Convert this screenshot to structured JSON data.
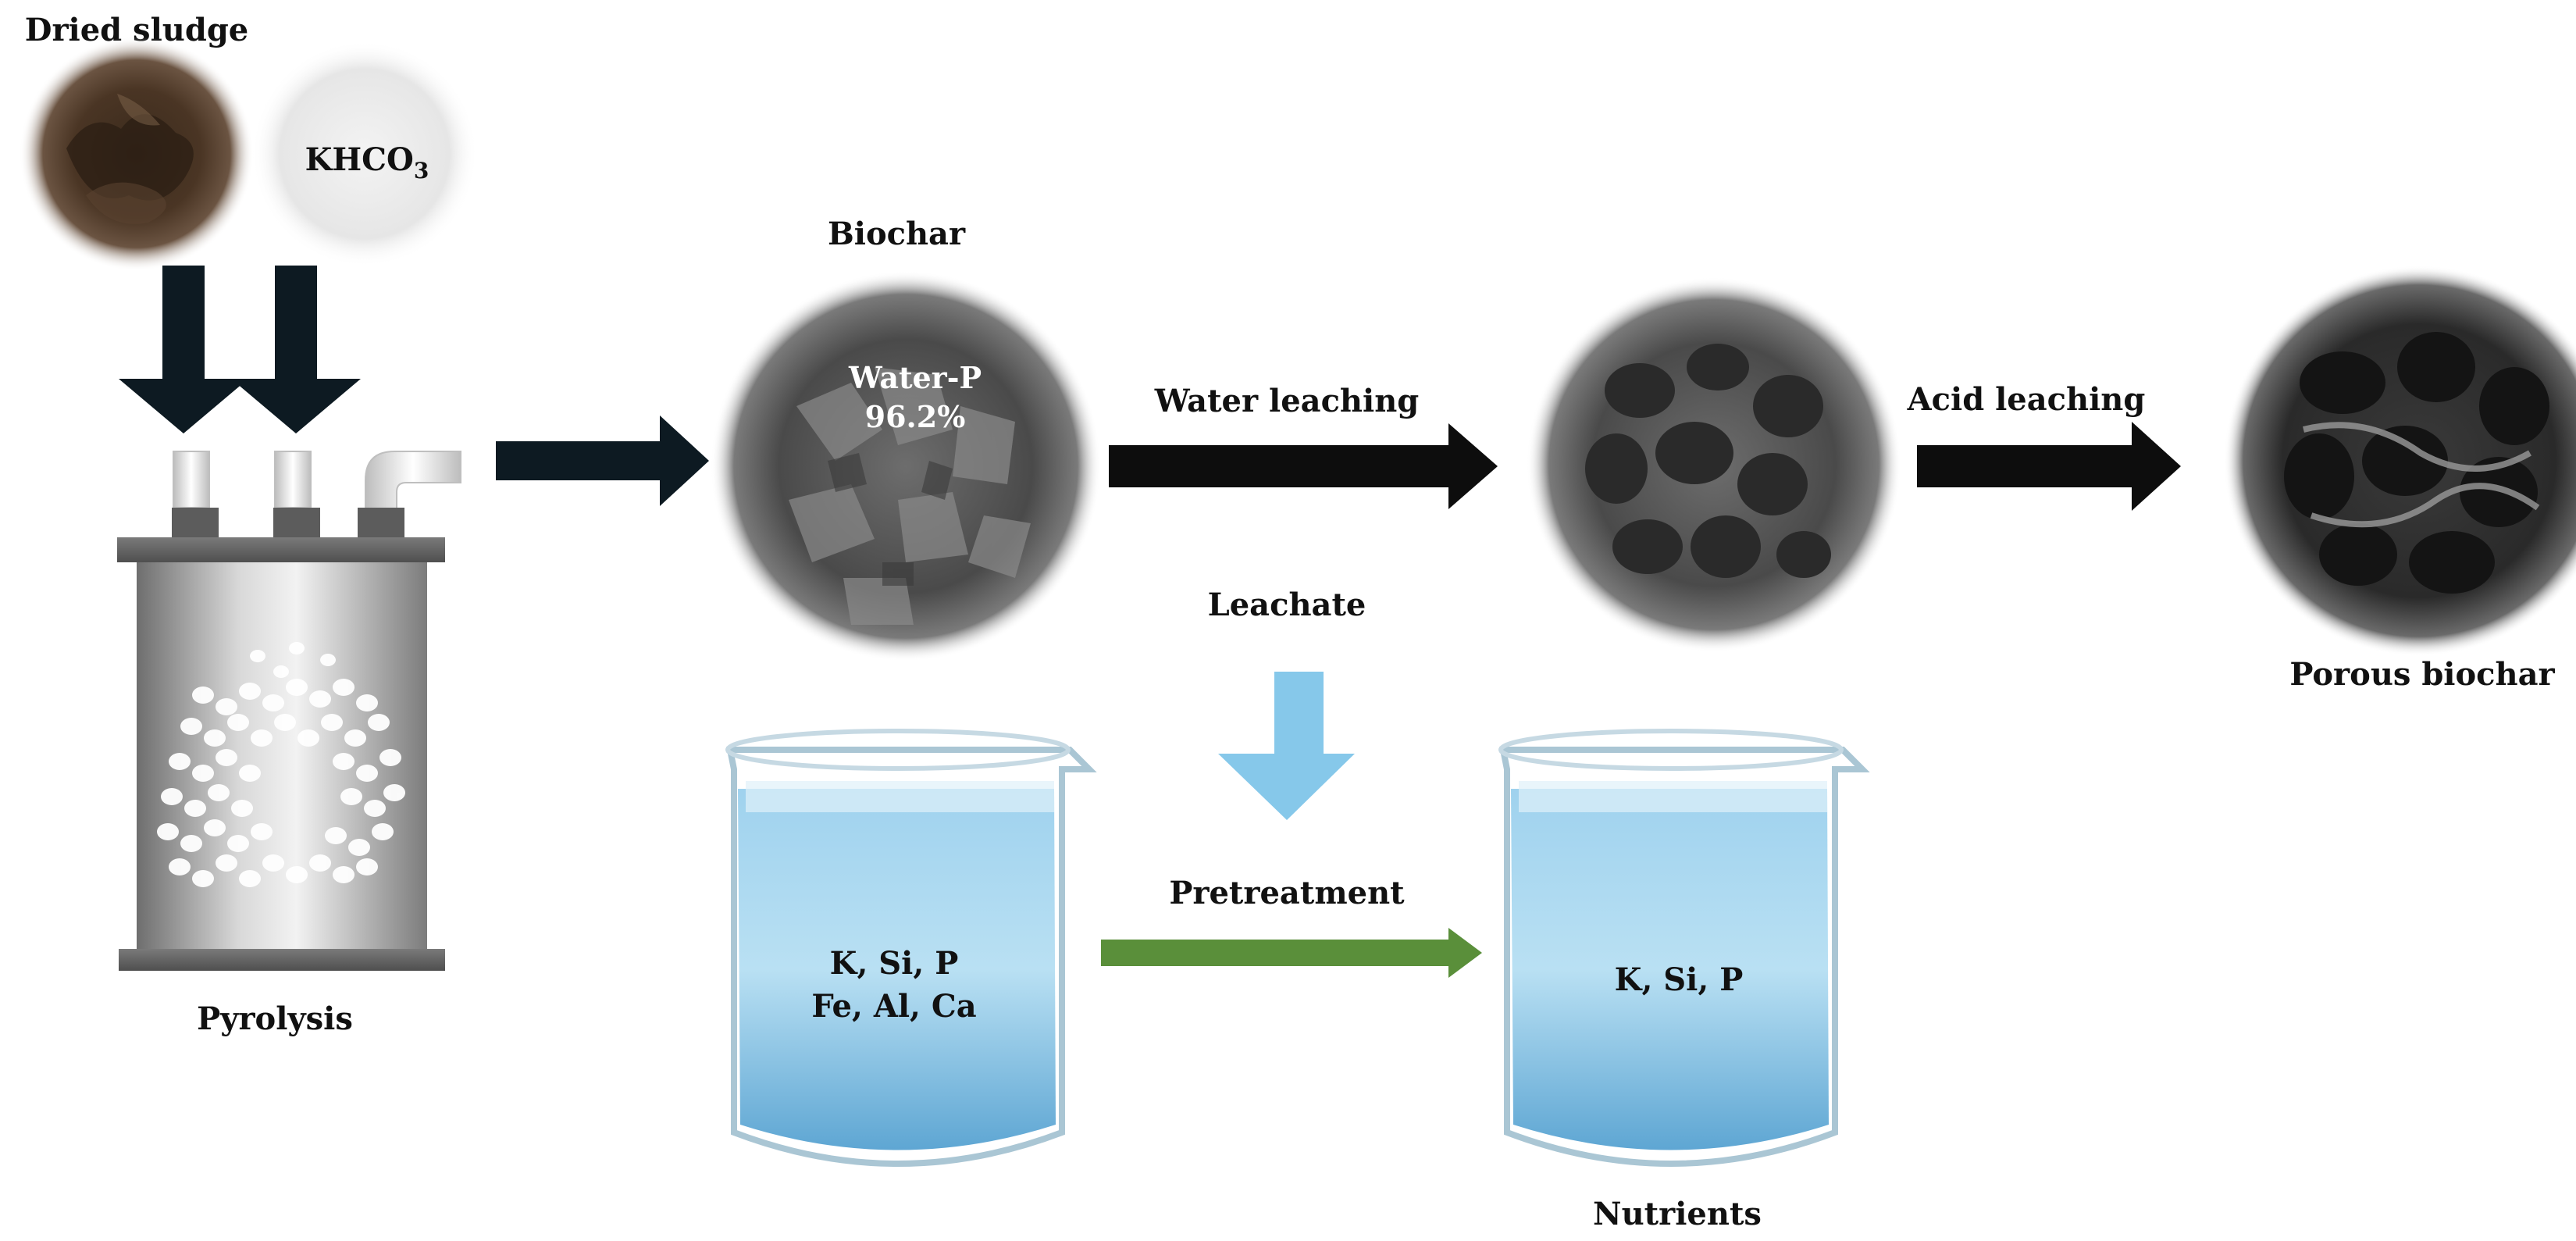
{
  "labels": {
    "dried_sludge": "Dried sludge",
    "khco3_main": "KHCO",
    "khco3_sub": "3",
    "biochar": "Biochar",
    "water_p": "Water-P",
    "water_p_value": "96.2%",
    "water_leaching": "Water leaching",
    "acid_leaching": "Acid leaching",
    "porous_biochar": "Porous biochar",
    "pyrolysis": "Pyrolysis",
    "leachate": "Leachate",
    "pretreatment": "Pretreatment",
    "nutrients": "Nutrients",
    "beaker_left_line1": "K, Si, P",
    "beaker_left_line2": "Fe, Al, Ca",
    "beaker_right_line1": "K, Si, P"
  },
  "colors": {
    "arrow_dark": "#0d0d0d",
    "arrow_blue": "#86c8ea",
    "arrow_green": "#5a8f3a",
    "water_light": "#b8dff2",
    "water_dark": "#4f9ccc"
  }
}
